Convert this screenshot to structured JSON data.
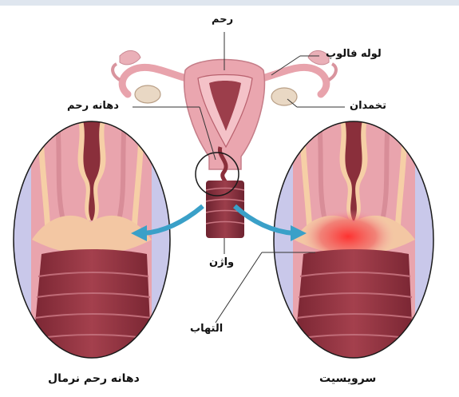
{
  "labels": {
    "uterus": "رحم",
    "fallopian_tube": "لوله فالوپ",
    "cervix": "دهانه رحم",
    "ovary": "تخمدان",
    "vagina": "واژن",
    "inflammation": "التهاب",
    "normal_cervix": "دهانه رحم نرمال",
    "cervicitis": "سرویسیت"
  },
  "colors": {
    "top_band": "#dfe6ef",
    "tissue_pink": "#e8a3ac",
    "canal_maroon": "#8a2f3b",
    "arrow_blue": "#3aa0c8",
    "inflammation_red": "#e8323a",
    "circle_outline": "#1a1a1a",
    "side_lavender": "#c9c8ea"
  }
}
